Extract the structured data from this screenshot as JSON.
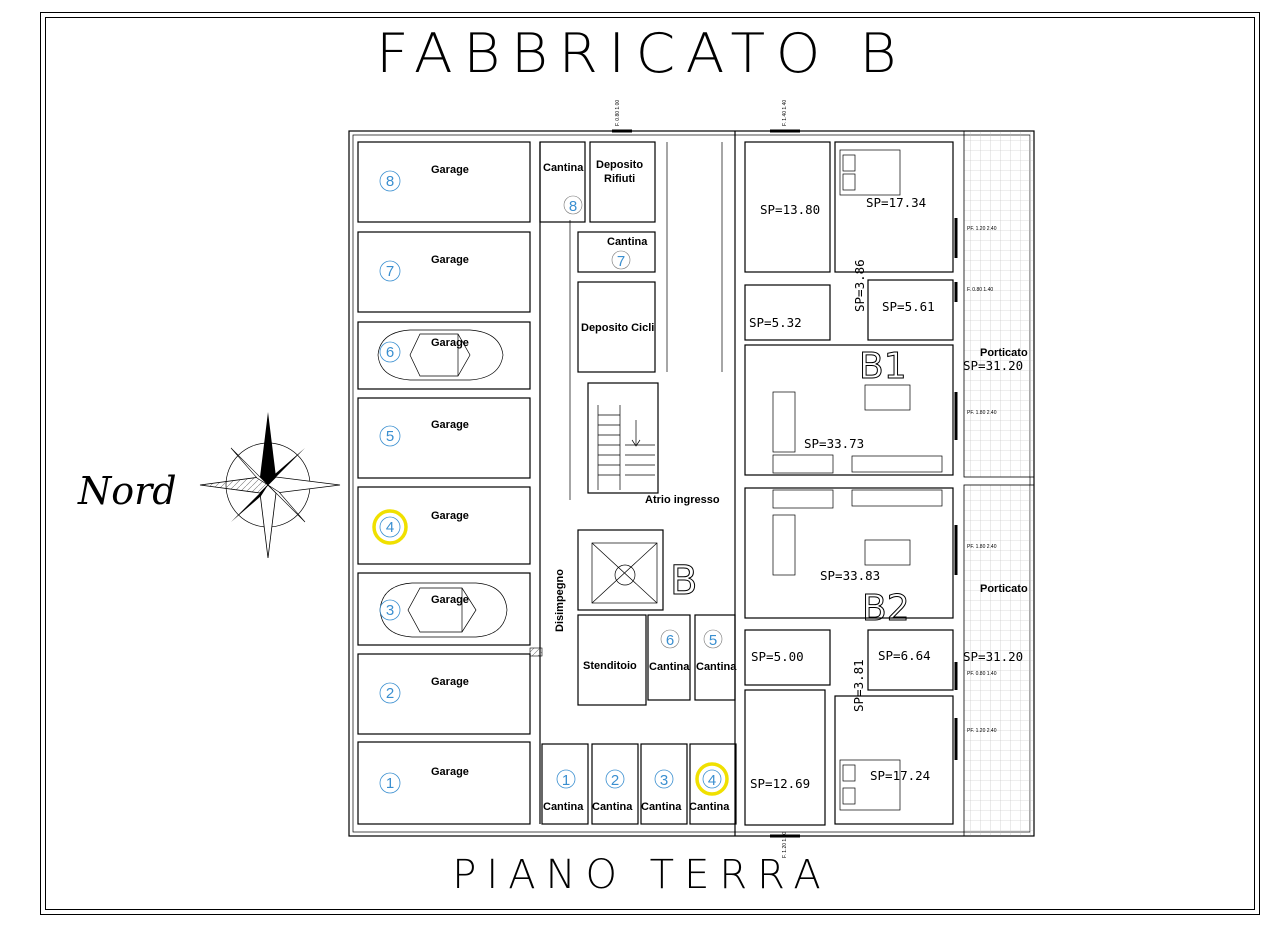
{
  "title": "FABBRICATO B",
  "subtitle": "PIANO TERRA",
  "compass_label": "Nord",
  "building_letter": "B",
  "colors": {
    "line": "#000000",
    "number_blue": "#3a8fd0",
    "highlight": "#f0e000",
    "hatch": "#bbbbbb"
  },
  "garages": [
    {
      "number": "8",
      "label": "Garage",
      "highlighted": false,
      "car": false
    },
    {
      "number": "7",
      "label": "Garage",
      "highlighted": false,
      "car": false
    },
    {
      "number": "6",
      "label": "Garage",
      "highlighted": false,
      "car": true
    },
    {
      "number": "5",
      "label": "Garage",
      "highlighted": false,
      "car": false
    },
    {
      "number": "4",
      "label": "Garage",
      "highlighted": true,
      "car": false
    },
    {
      "number": "3",
      "label": "Garage",
      "highlighted": false,
      "car": true
    },
    {
      "number": "2",
      "label": "Garage",
      "highlighted": false,
      "car": false
    },
    {
      "number": "1",
      "label": "Garage",
      "highlighted": false,
      "car": false
    }
  ],
  "rooms": {
    "cantina_8": {
      "label": "Cantina",
      "number": "8"
    },
    "deposito_rifiuti": {
      "line1": "Deposito",
      "line2": "Rifiuti"
    },
    "cantina_7": {
      "label": "Cantina",
      "number": "7"
    },
    "deposito_cicli": "Deposito Cicli",
    "atrio": "Atrio ingresso",
    "disimpegno": "Disimpegno",
    "stenditoio": "Stenditoio",
    "cantina_6": {
      "label": "Cantina",
      "number": "6"
    },
    "cantina_5": {
      "label": "Cantina",
      "number": "5"
    },
    "cantine_bottom": [
      {
        "label": "Cantina",
        "number": "1",
        "highlighted": false
      },
      {
        "label": "Cantina",
        "number": "2",
        "highlighted": false
      },
      {
        "label": "Cantina",
        "number": "3",
        "highlighted": false
      },
      {
        "label": "Cantina",
        "number": "4",
        "highlighted": true
      }
    ]
  },
  "apartment_b1": {
    "name": "B1",
    "areas": [
      "SP=13.80",
      "SP=17.34",
      "SP=3.86",
      "SP=5.32",
      "SP=5.61",
      "SP=33.73"
    ],
    "porch_label": "Porticato",
    "porch_area": "SP=31.20"
  },
  "apartment_b2": {
    "name": "B2",
    "areas": [
      "SP=33.83",
      "SP=5.00",
      "SP=6.64",
      "SP=3.81",
      "SP=12.69",
      "SP=17.24"
    ],
    "porch_label": "Porticato",
    "porch_area": "SP=31.20"
  },
  "window_tags": {
    "top_left": [
      "F. 0.80",
      "1.00"
    ],
    "top_right": [
      "F. 1.40",
      "1.40"
    ],
    "bottom": [
      "F. 1.20",
      "1.40"
    ],
    "right_1": [
      "PF. 1.20",
      "2.40"
    ],
    "right_2": [
      "F. 0.80",
      "1.40"
    ],
    "right_3": [
      "PF. 1.80",
      "2.40"
    ],
    "right_4": [
      "PF. 1.80",
      "2.40"
    ],
    "right_5": [
      "PF. 0.80",
      "1.40"
    ],
    "right_6": [
      "PF. 1.20",
      "2.40"
    ]
  }
}
